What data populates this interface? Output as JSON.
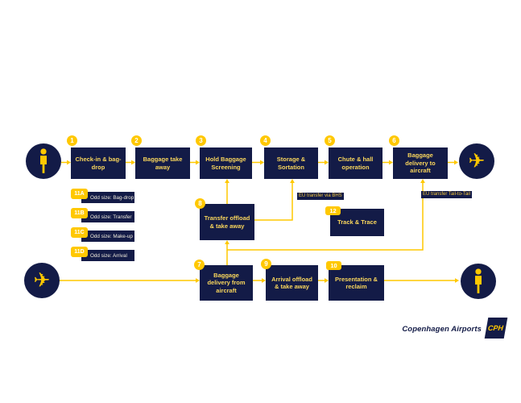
{
  "colors": {
    "navy": "#131B47",
    "yellow": "#FFC800",
    "box_text": "#F9D65C",
    "badge_text": "#FFFFFF",
    "background": "#FFFFFF"
  },
  "icons": {
    "plane_glyph": "✈",
    "person": "person-icon",
    "plane": "airplane-icon"
  },
  "boxes": [
    {
      "num": "1",
      "label": "Check-in & bag-drop"
    },
    {
      "num": "2",
      "label": "Baggage take away"
    },
    {
      "num": "3",
      "label": "Hold Baggage Screening"
    },
    {
      "num": "4",
      "label": "Storage & Sortation"
    },
    {
      "num": "5",
      "label": "Chute & hall operation"
    },
    {
      "num": "6",
      "label": "Baggage delivery to aircraft"
    },
    {
      "num": "8",
      "label": "Transfer offload & take away"
    },
    {
      "num": "12",
      "label": "Track & Trace"
    },
    {
      "num": "7",
      "label": "Baggage delivery from aircraft"
    },
    {
      "num": "9",
      "label": "Arrival offload & take away"
    },
    {
      "num": "10",
      "label": "Presentation & reclaim"
    }
  ],
  "odd_size": [
    {
      "code": "11A",
      "label": "Odd size: Bag-drop"
    },
    {
      "code": "11B",
      "label": "Odd size: Transfer"
    },
    {
      "code": "11C",
      "label": "Odd size: Make-up"
    },
    {
      "code": "11D",
      "label": "Odd size: Arrival"
    }
  ],
  "flow_labels": {
    "via_bhs": "EU transfer via BHS",
    "tail_to_tail": "EU transfer Tail-to-Tail"
  },
  "logo": {
    "name": "Copenhagen Airports",
    "mark": "CPH"
  }
}
